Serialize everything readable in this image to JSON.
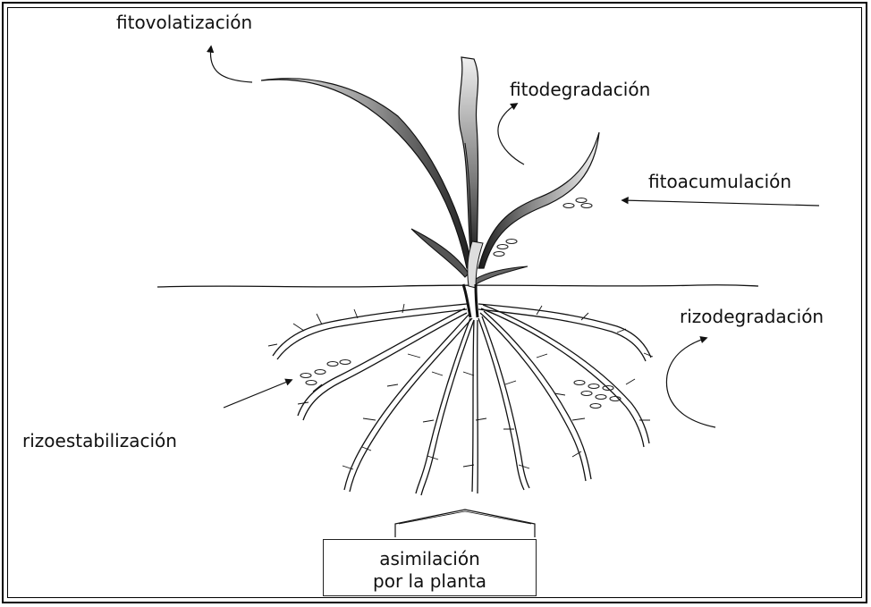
{
  "labels": {
    "fitovolatizacion": "fitovolatización",
    "fitodegradacion": "fitodegradación",
    "fitoacumulacion": "fitoacumulación",
    "rizodegradacion": "rizodegradación",
    "rizoestabilizacion": "rizoestabilización"
  },
  "assimilation_box": {
    "line1": "asimilación",
    "line2": "por la planta"
  },
  "colors": {
    "ink": "#111111",
    "leaf_dark": "#2a2a2a",
    "leaf_light": "#e8e8e8"
  }
}
